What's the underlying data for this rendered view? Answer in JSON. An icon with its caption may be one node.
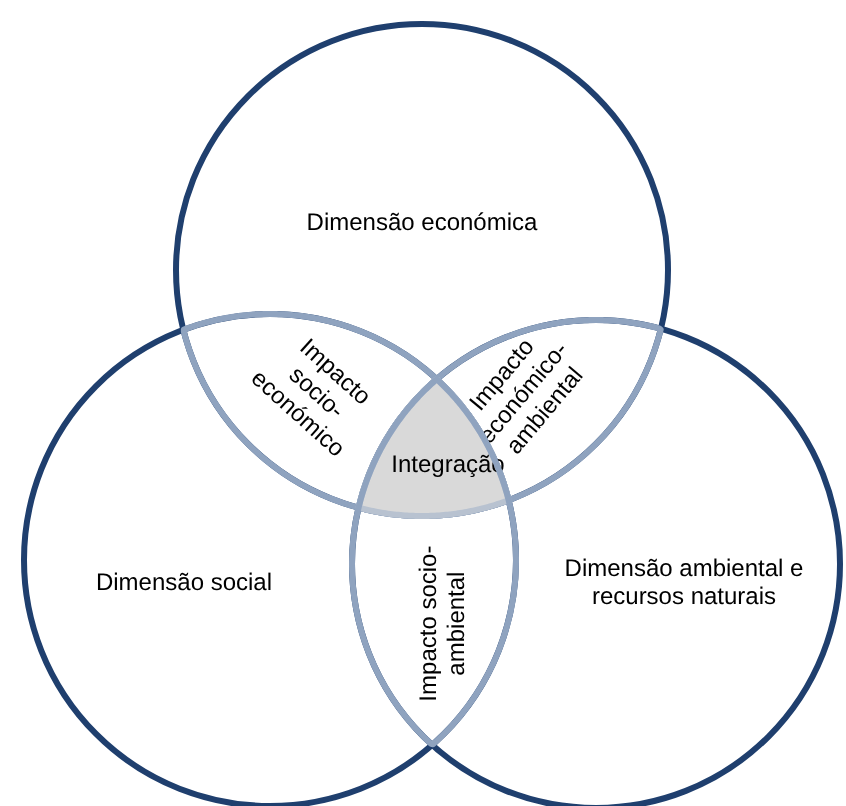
{
  "diagram": {
    "nodes": [
      {
        "text": [
          "Dimensão económica"
        ]
      },
      {
        "text": [
          "Dimensão social"
        ]
      },
      {
        "text": [
          "Dimensão ambiental e recursos naturais"
        ]
      },
      {
        "text": [
          "Impacto socio-económico"
        ]
      },
      {
        "text": [
          "Impacto económico-ambiental"
        ]
      },
      {
        "text": [
          "Integração"
        ]
      },
      {
        "text": [
          "Impacto socio-ambiental"
        ]
      }
    ],
    "edges": []
  }
}
